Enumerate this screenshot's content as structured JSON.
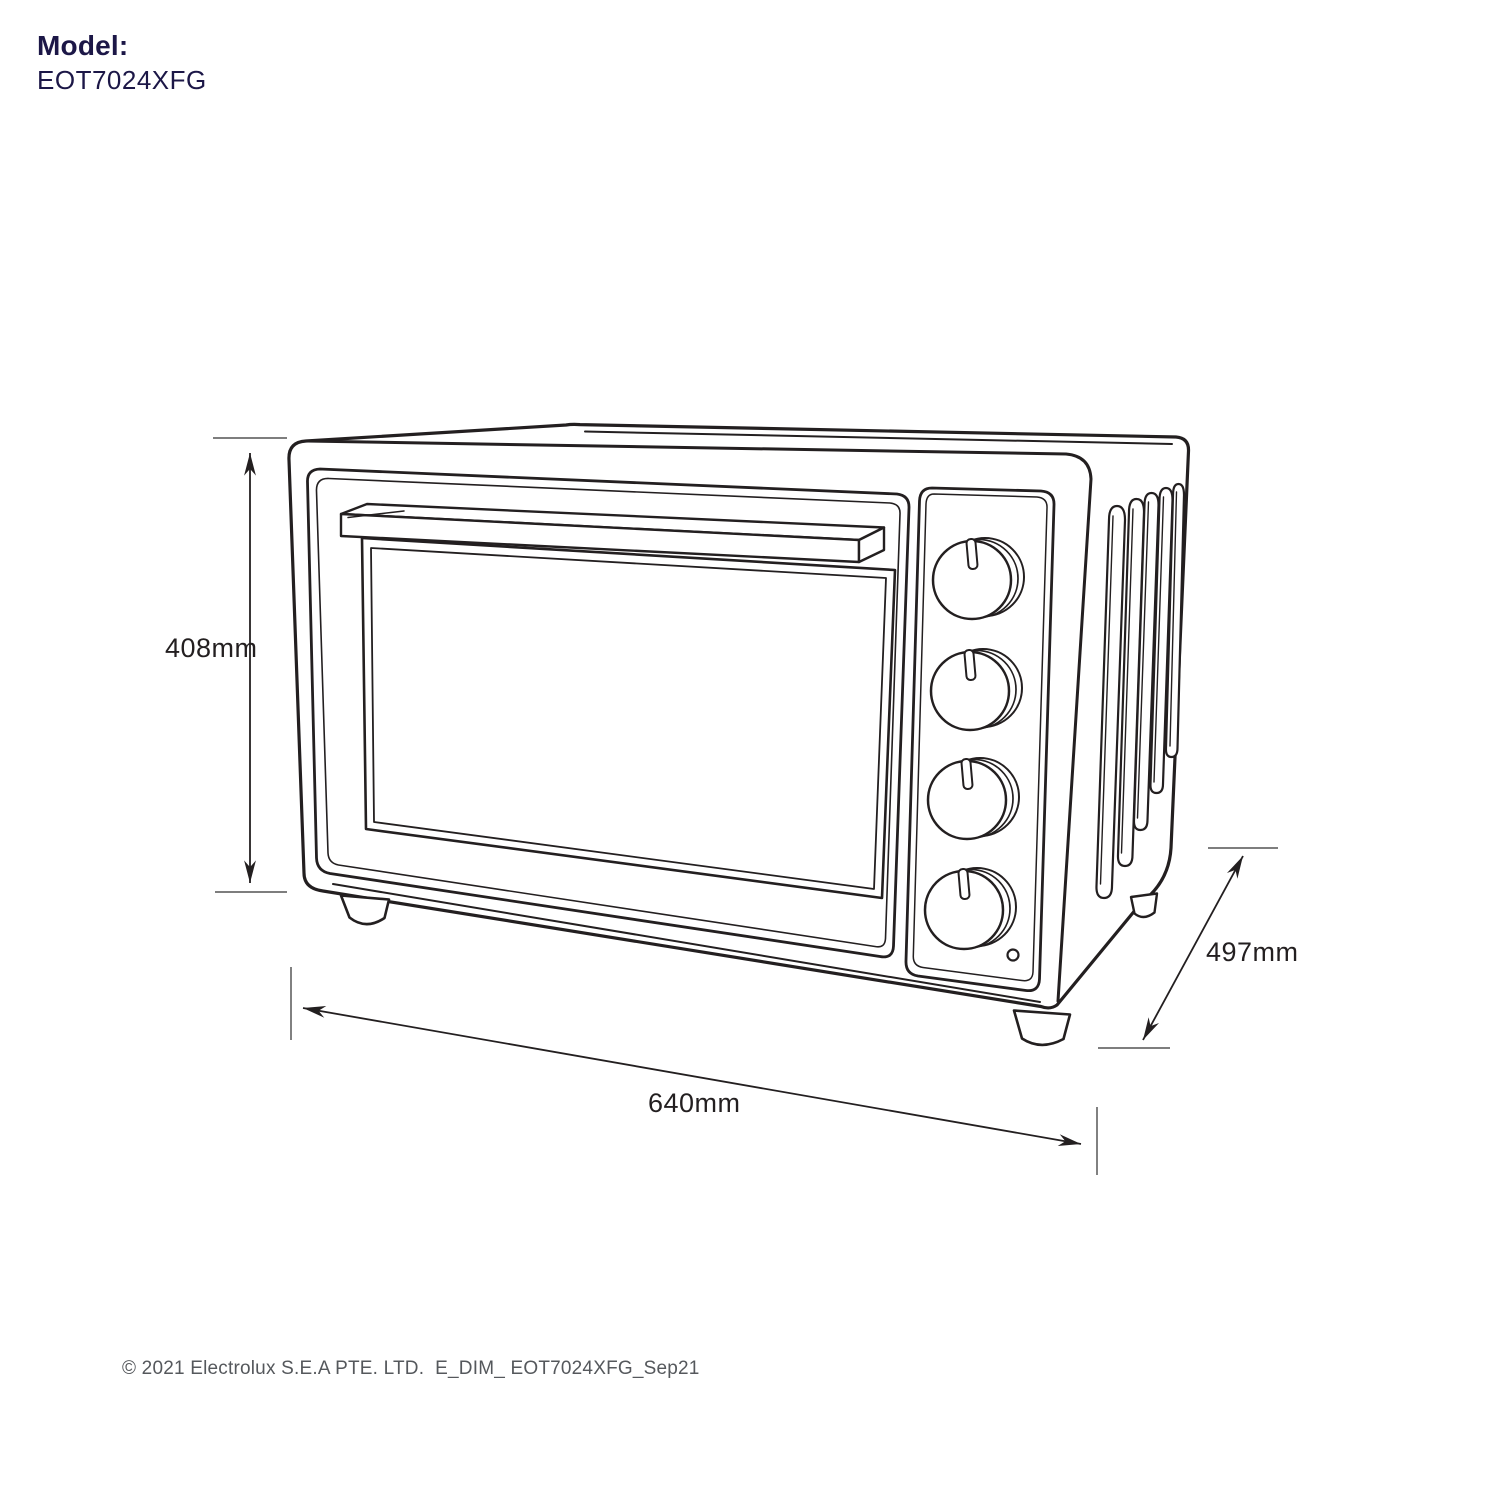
{
  "header": {
    "model_label": "Model:",
    "model_value": "EOT7024XFG"
  },
  "diagram": {
    "product": "countertop-oven-line-drawing",
    "dimensions": {
      "height": "408mm",
      "width": "640mm",
      "depth": "497mm"
    },
    "knob_count": 4,
    "vent_count": 5,
    "feet_visible": 3,
    "indicator_light_count": 1
  },
  "footer": {
    "copyright": "© 2021 Electrolux S.E.A PTE. LTD.  E_DIM_ EOT7024XFG_Sep21"
  },
  "colors": {
    "brand_navy": "#1c1747",
    "line": "#231f20",
    "muted_text": "#55585c",
    "extension_line": "#6b6b6b"
  }
}
